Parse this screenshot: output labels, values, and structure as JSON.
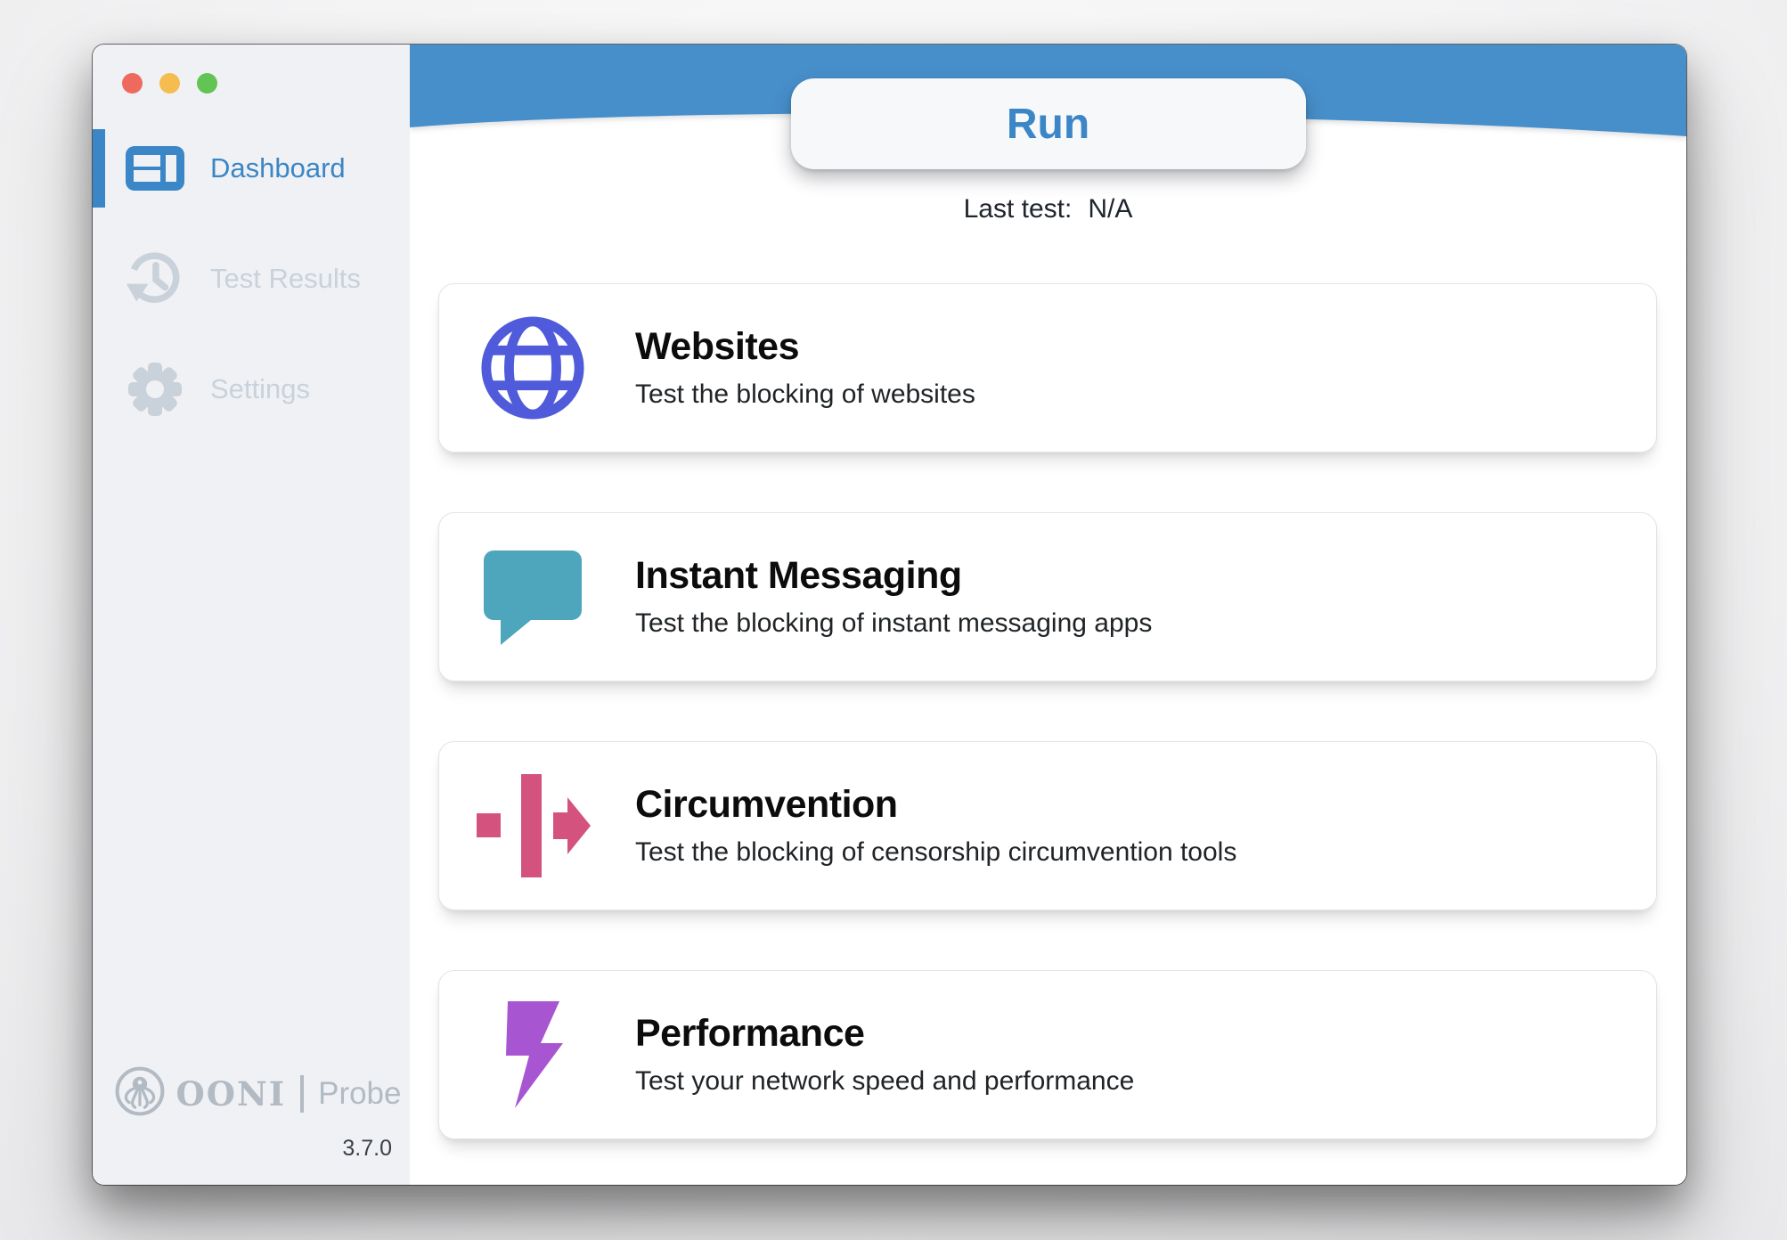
{
  "colors": {
    "accent": "#478fcb",
    "accent-strong": "#3b86c6",
    "sidebar-bg": "#f0f1f4",
    "inactive": "#c9d1da",
    "brand-gray": "#b2bac4",
    "mac-red": "#ee6a5f",
    "mac-yellow": "#f5bd4f",
    "mac-green": "#61c454"
  },
  "sidebar": {
    "items": [
      {
        "label": "Dashboard",
        "active": true
      },
      {
        "label": "Test Results",
        "active": false
      },
      {
        "label": "Settings",
        "active": false
      }
    ],
    "brand": {
      "ooni": "OONI",
      "probe": "Probe",
      "version": "3.7.0"
    }
  },
  "header": {
    "run_label": "Run",
    "last_test_label": "Last test:",
    "last_test_value": "N/A"
  },
  "cards": [
    {
      "icon": "globe-icon",
      "icon_color": "#4f5bda",
      "title": "Websites",
      "description": "Test the blocking of websites"
    },
    {
      "icon": "chat-bubble-icon",
      "icon_color": "#4da6bb",
      "title": "Instant Messaging",
      "description": "Test the blocking of instant messaging apps"
    },
    {
      "icon": "circumvention-arrow-icon",
      "icon_color": "#d4537e",
      "title": "Circumvention",
      "description": "Test the blocking of censorship circumvention tools"
    },
    {
      "icon": "lightning-icon",
      "icon_color": "#a855d1",
      "title": "Performance",
      "description": "Test your network speed and performance"
    }
  ]
}
